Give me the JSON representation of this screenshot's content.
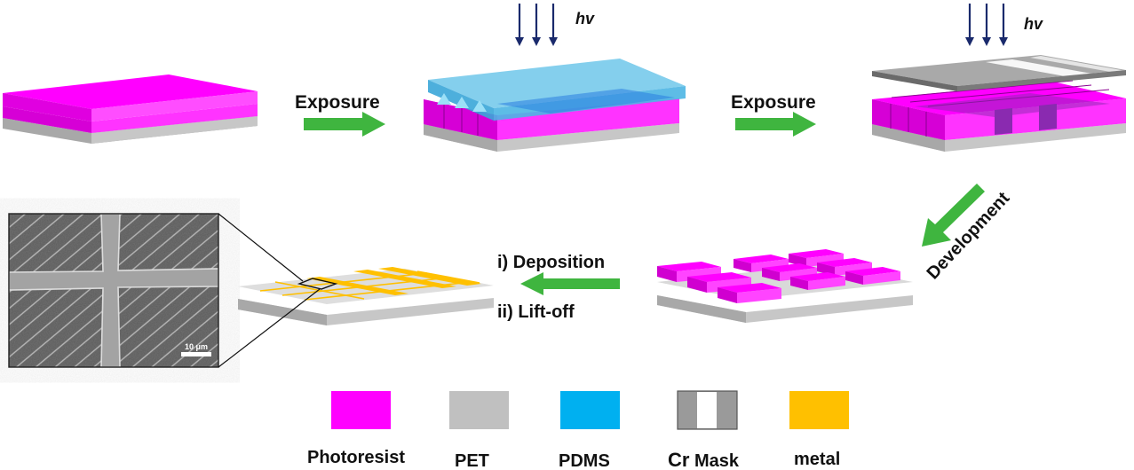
{
  "colors": {
    "photoresist": "#ff00ff",
    "pet": "#c0c0c0",
    "pdms": "#33b6e8",
    "cr_mask": "#8c8c8c",
    "metal": "#ffc000",
    "arrow": "#3fb53f",
    "light": "#1a2a6c"
  },
  "steps": {
    "exposure1": "Exposure",
    "exposure2": "Exposure",
    "development": "Development",
    "deposition": "i)  Deposition",
    "liftoff": "ii)  Lift-off",
    "hv": "hv"
  },
  "sem": {
    "scale": "10 μm"
  },
  "legend": {
    "photoresist": "Photoresist",
    "pet": "PET",
    "pdms": "PDMS",
    "cr_prefix": "Cr",
    "mask": " Mask",
    "metal": "metal"
  }
}
